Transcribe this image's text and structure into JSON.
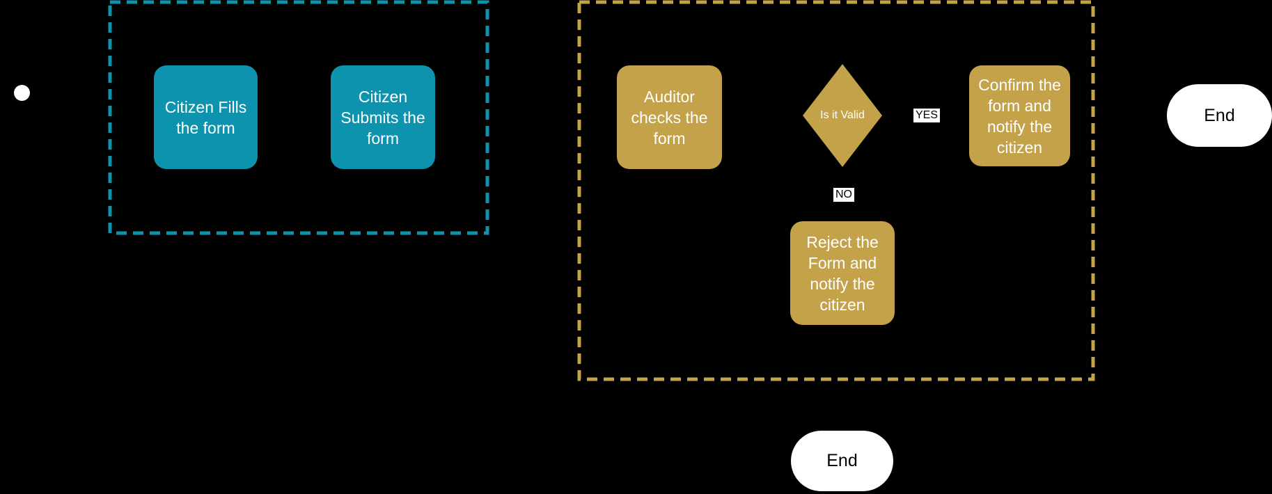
{
  "colors": {
    "background": "#000000",
    "teal": "#0E93AE",
    "gold": "#C4A24A",
    "node_text": "#FFFFFF",
    "label_bg": "#FFFFFF",
    "label_text": "#000000",
    "end_bg": "#FFFFFF",
    "end_text": "#000000"
  },
  "nodes": {
    "citizen_fills": "Citizen Fills\nthe form",
    "citizen_submits": "Citizen\nSubmits the\nform",
    "auditor_checks": "Auditor\nchecks the\nform",
    "decision": "Is it Valid",
    "confirm": "Confirm the\nform and\nnotify the\ncitizen",
    "reject": "Reject the\nForm and\nnotify the\ncitizen",
    "end_right": "End",
    "end_bottom": "End"
  },
  "edge_labels": {
    "yes": "YES",
    "no": "NO"
  }
}
